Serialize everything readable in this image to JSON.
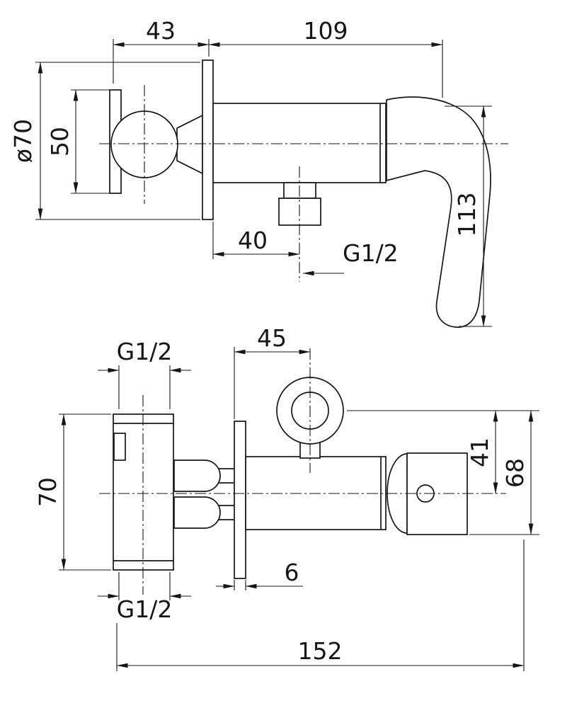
{
  "page": {
    "background": "#ffffff",
    "ink": "#161616"
  },
  "side_view": {
    "labels": {
      "offset_43": "43",
      "width_109": "109",
      "plate_diameter": "ø70",
      "flange_height_50": "50",
      "handle_height_113": "113",
      "outlet_offset_40": "40",
      "outlet_thread": "G1/2"
    }
  },
  "plan_view": {
    "labels": {
      "top_port_thread": "G1/2",
      "holder_offset_45": "45",
      "body_height_70": "70",
      "holder_to_axis_41": "41",
      "holder_overall_68": "68",
      "plate_thickness_6": "6",
      "bottom_port_thread": "G1/2",
      "overall_length_152": "152"
    }
  }
}
